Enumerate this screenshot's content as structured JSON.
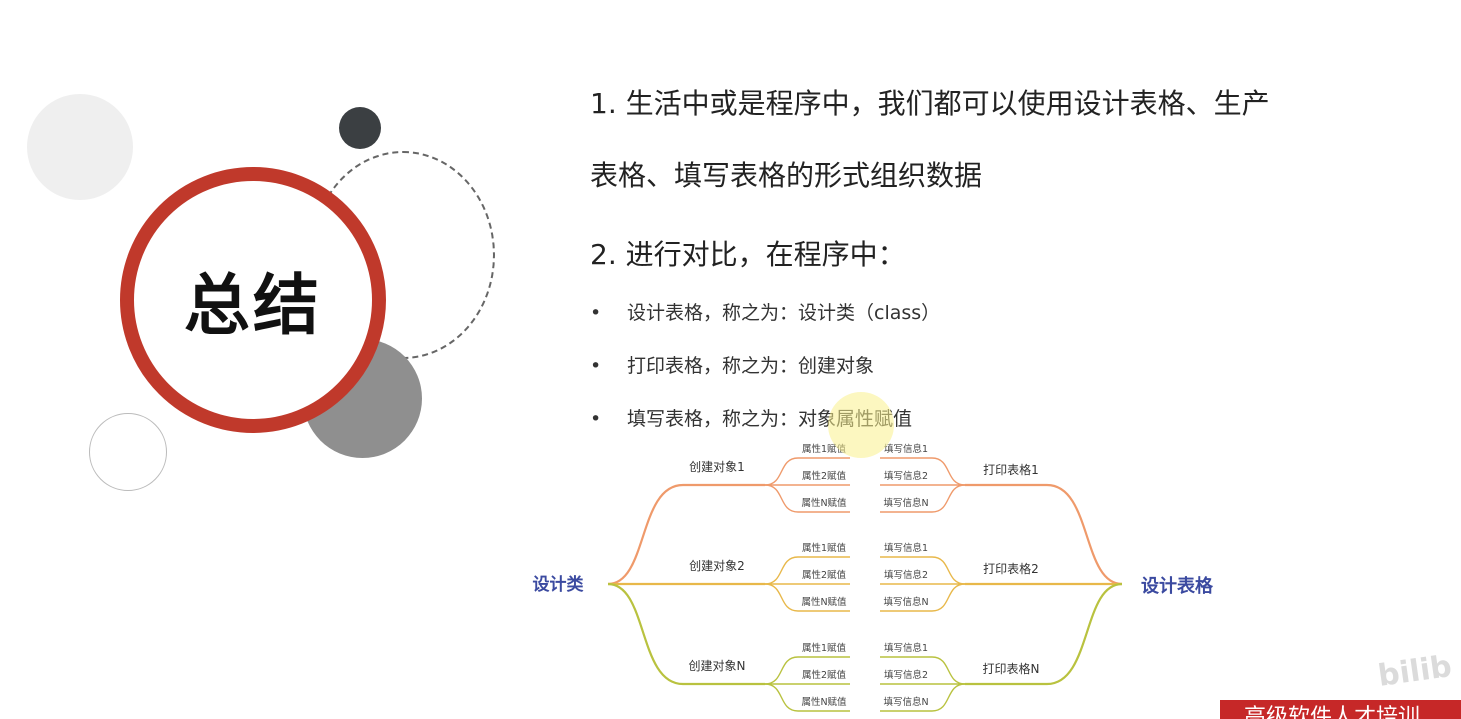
{
  "slide": {
    "title": "总结",
    "point1_line1": "1. 生活中或是程序中，我们都可以使用设计表格、生产",
    "point1_line2": "表格、填写表格的形式组织数据",
    "point2": "2. 进行对比，在程序中：",
    "bullets": [
      "设计表格，称之为：设计类（class）",
      "打印表格，称之为：创建对象",
      "填写表格，称之为：对象属性赋值"
    ],
    "bullet_mark": "•"
  },
  "mindmap": {
    "left_root": "设计类",
    "right_root": "设计表格",
    "groups": [
      {
        "object": "创建对象1",
        "print": "打印表格1",
        "attrs": [
          "属性1赋值",
          "属性2赋值",
          "属性N赋值"
        ],
        "infos": [
          "填写信息1",
          "填写信息2",
          "填写信息N"
        ]
      },
      {
        "object": "创建对象2",
        "print": "打印表格2",
        "attrs": [
          "属性1赋值",
          "属性2赋值",
          "属性N赋值"
        ],
        "infos": [
          "填写信息1",
          "填写信息2",
          "填写信息N"
        ]
      },
      {
        "object": "创建对象N",
        "print": "打印表格N",
        "attrs": [
          "属性1赋值",
          "属性2赋值",
          "属性N赋值"
        ],
        "infos": [
          "填写信息1",
          "填写信息2",
          "填写信息N"
        ]
      }
    ],
    "colors": [
      "#ef9a6b",
      "#e8b84a",
      "#b9c23f"
    ],
    "root_color": "#3b4aa0"
  },
  "overlay": {
    "watermark": "bilib",
    "banner": "高级软件人才培训"
  }
}
